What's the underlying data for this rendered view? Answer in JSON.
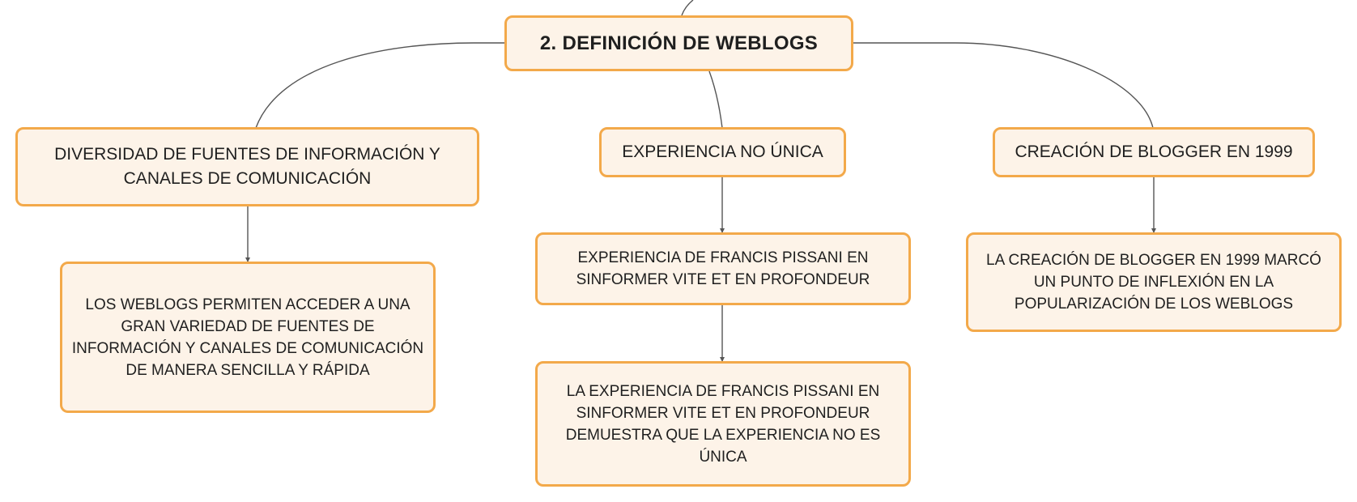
{
  "diagram": {
    "root": {
      "label": "2. DEFINICIÓN DE WEBLOGS"
    },
    "branches": [
      {
        "label": "DIVERSIDAD DE FUENTES DE INFORMACIÓN Y CANALES DE COMUNICACIÓN",
        "children": [
          {
            "label": "LOS WEBLOGS PERMITEN ACCEDER A UNA GRAN VARIEDAD DE FUENTES DE INFORMACIÓN Y CANALES DE COMUNICACIÓN DE MANERA SENCILLA Y RÁPIDA"
          }
        ]
      },
      {
        "label": "EXPERIENCIA NO ÚNICA",
        "children": [
          {
            "label": "EXPERIENCIA DE FRANCIS PISSANI EN SINFORMER VITE ET EN PROFONDEUR"
          },
          {
            "label": "LA EXPERIENCIA DE FRANCIS PISSANI EN SINFORMER VITE ET EN PROFONDEUR DEMUESTRA QUE LA EXPERIENCIA NO ES ÚNICA"
          }
        ]
      },
      {
        "label": "CREACIÓN DE BLOGGER EN 1999",
        "children": [
          {
            "label": "LA CREACIÓN DE BLOGGER EN 1999 MARCÓ UN PUNTO DE INFLEXIÓN EN LA POPULARIZACIÓN DE LOS WEBLOGS"
          }
        ]
      }
    ],
    "colors": {
      "node_fill": "#fdf3e8",
      "node_border": "#f3a94a",
      "connector": "#555555",
      "text": "#1f1f1f"
    }
  }
}
